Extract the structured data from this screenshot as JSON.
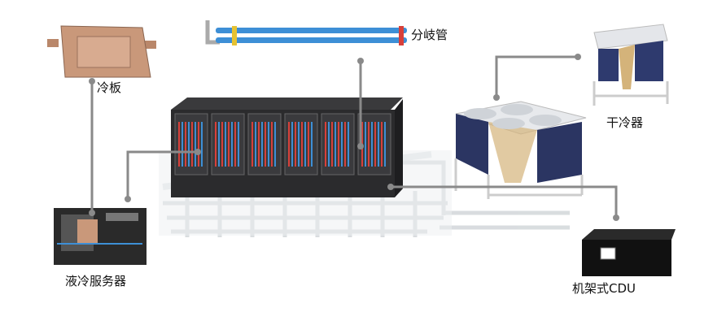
{
  "labels": {
    "cold_plate": "冷板",
    "manifold": "分岐管",
    "dry_cooler": "干冷器",
    "liquid_server": "液冷服务器",
    "rack_cdu": "机架式CDU"
  },
  "colors": {
    "connector": "#8a8a8a",
    "rack": "#2b2b2d",
    "pipe_blue": "#3d8fd6",
    "pipe_red": "#d8403a",
    "copper": "#c9987a"
  }
}
